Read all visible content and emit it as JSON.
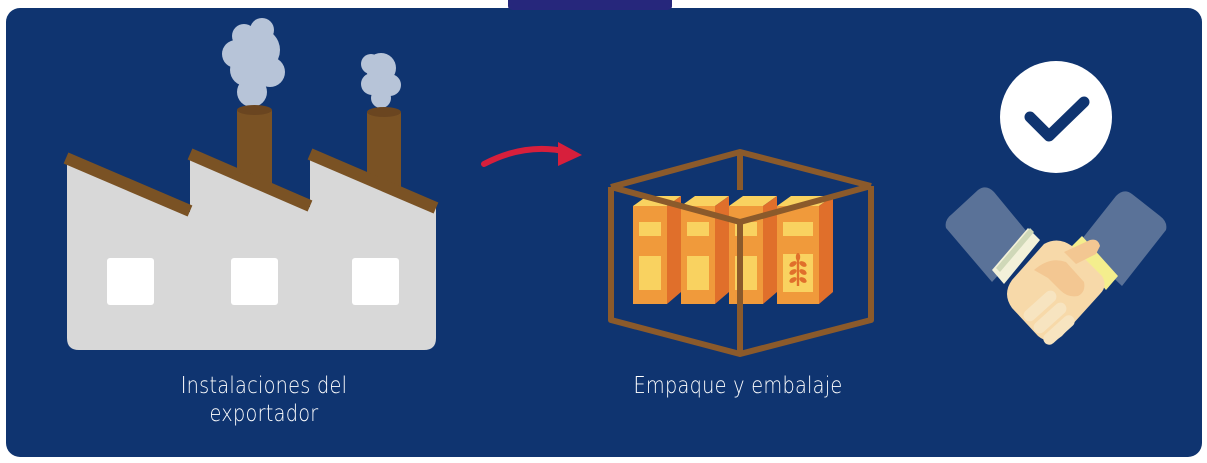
{
  "steps": [
    {
      "icon": "factory-icon",
      "label_line1": "Instalaciones del",
      "label_line2": "exportador"
    },
    {
      "icon": "packaged-boxes-icon",
      "label": "Empaque y embalaje"
    },
    {
      "icon": "handshake-check-icon",
      "label": ""
    }
  ],
  "flow": {
    "arrow_icon": "curved-arrow-icon"
  },
  "colors": {
    "panel": "#0f3470",
    "factory_wall": "#d8d8d8",
    "factory_roof": "#7a5224",
    "smoke": "#b7c4d8",
    "arrow": "#d71f3c",
    "crate": "#8b5a2b",
    "box_orange": "#f09a3b",
    "box_yellow": "#f9d260",
    "sleeve": "#5a7298",
    "check_circle": "#ffffff",
    "check_mark": "#0f3470"
  }
}
